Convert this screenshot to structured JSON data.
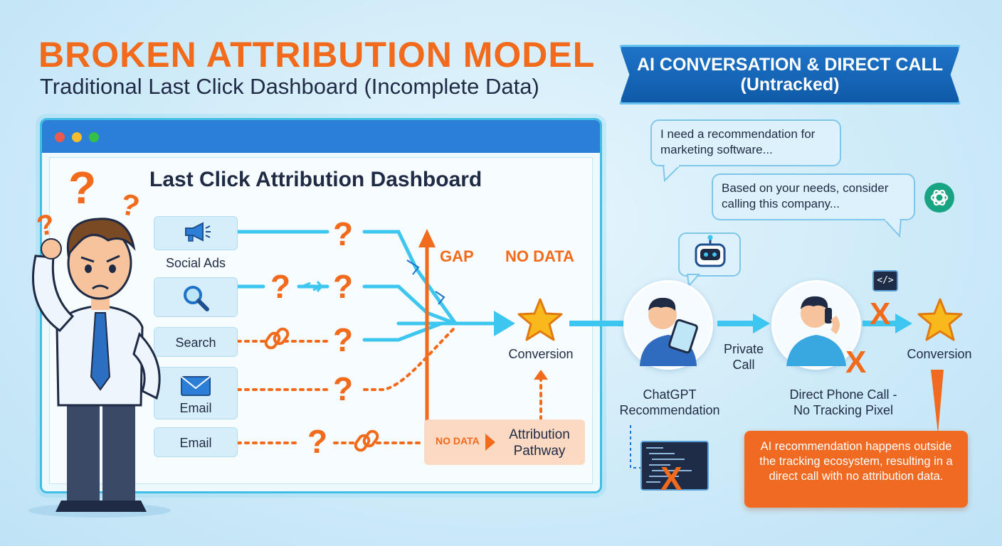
{
  "title": "BROKEN ATTRIBUTION MODEL",
  "subtitle": "Traditional Last Click Dashboard (Incomplete Data)",
  "banner": {
    "line1": "AI CONVERSATION & DIRECT CALL",
    "line2": "(Untracked)"
  },
  "dashboard": {
    "title": "Last Click Attribution Dashboard",
    "window_dots": [
      "#ec5a4f",
      "#f5bc2f",
      "#35c048"
    ],
    "channels": [
      {
        "label": "Social Ads",
        "icon": "megaphone-icon"
      },
      {
        "label": "",
        "icon": "magnifier-icon"
      },
      {
        "label": "Search",
        "icon": ""
      },
      {
        "label": "Email",
        "icon": "envelope-icon"
      },
      {
        "label": "Email",
        "icon": ""
      }
    ],
    "question_mark": "?",
    "gap_label": "GAP",
    "no_data_label": "NO DATA",
    "conversion_label": "Conversion",
    "attribution_box": {
      "tag": "NO DATA",
      "label_line1": "Attribution",
      "label_line2": "Pathway"
    }
  },
  "chat": {
    "user_message": "I need a recommendation for marketing software...",
    "ai_message": "Based on your needs, consider calling this company...",
    "ai_icon": "openai-icon"
  },
  "flow": {
    "chatgpt_label": "ChatGPT Recommendation",
    "private_call_line1": "Private",
    "private_call_line2": "Call",
    "phone_label_line1": "Direct Phone Call -",
    "phone_label_line2": "No Tracking Pixel",
    "conversion_label": "Conversion",
    "code_tag": "</>",
    "x_mark": "X"
  },
  "info": "AI recommendation happens outside the tracking ecosystem, resulting in a direct call with no attribution data.",
  "colors": {
    "orange": "#f26a1b",
    "blue": "#2b7fd6",
    "cyan": "#3cc6f0",
    "dark_text": "#1f2a44"
  }
}
